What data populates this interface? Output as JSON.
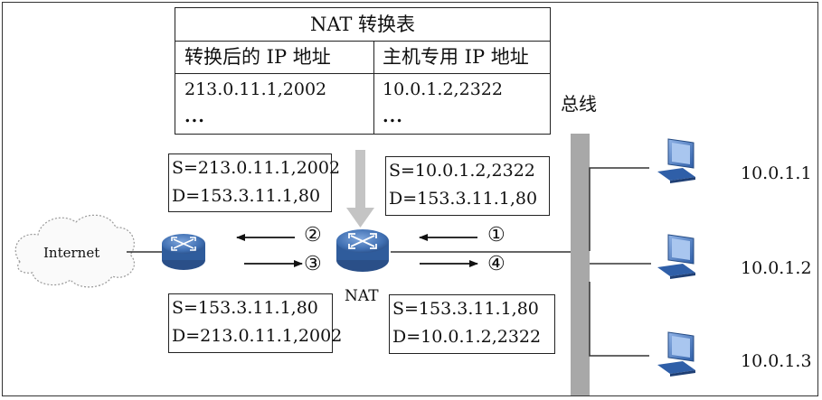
{
  "nat_table": {
    "title": "NAT 转换表",
    "col_translated_header": "转换后的 IP 地址",
    "col_private_header": "主机专用 IP 地址",
    "translated_row": "213.0.11.1,2002",
    "private_row": "10.0.1.2,2322",
    "translated_more": "...",
    "private_more": "..."
  },
  "packets": {
    "p1": {
      "src": "S=10.0.1.2,2322",
      "dst": "D=153.3.11.1,80"
    },
    "p2": {
      "src": "S=213.0.11.1,2002",
      "dst": "D=153.3.11.1,80"
    },
    "p3": {
      "src": "S=153.3.11.1,80",
      "dst": "D=213.0.11.1,2002"
    },
    "p4": {
      "src": "S=153.3.11.1,80",
      "dst": "D=10.0.1.2,2322"
    }
  },
  "steps": {
    "s1": "①",
    "s2": "②",
    "s3": "③",
    "s4": "④"
  },
  "labels": {
    "internet": "Internet",
    "nat": "NAT",
    "bus": "总线"
  },
  "hosts": [
    "10.0.1.1",
    "10.0.1.2",
    "10.0.1.3"
  ],
  "colors": {
    "router": "#3f6fb2",
    "bus": "#a8a8a8",
    "arrow_down": "#c0c0c0"
  }
}
